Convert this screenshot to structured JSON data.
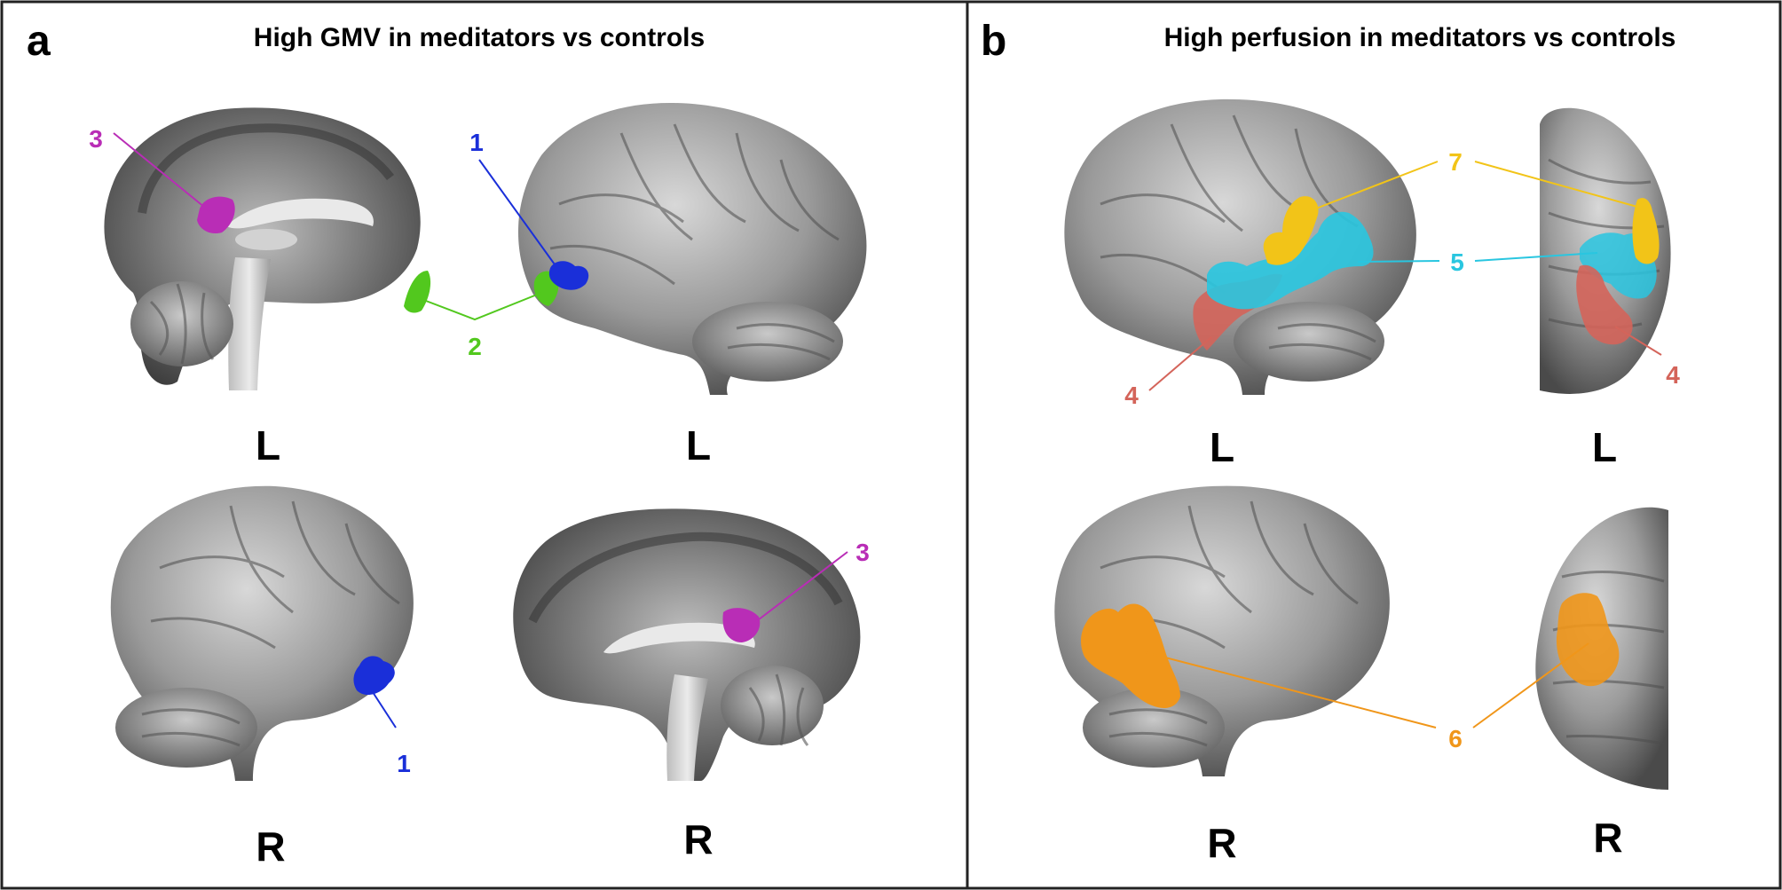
{
  "panel_a": {
    "letter": "a",
    "title": "High GMV in meditators vs controls",
    "views": [
      "L",
      "L",
      "R",
      "R"
    ]
  },
  "panel_b": {
    "letter": "b",
    "title": "High perfusion in meditators vs controls",
    "views": [
      "L",
      "L",
      "R",
      "R"
    ]
  },
  "region_labels": {
    "r1": "1",
    "r2": "2",
    "r3": "3",
    "r4": "4",
    "r5": "5",
    "r6": "6",
    "r7": "7"
  },
  "colors": {
    "r1": "#1a2fd9",
    "r2": "#52c81e",
    "r3": "#b92db6",
    "r4": "#d4645a",
    "r5": "#29c6e0",
    "r6": "#f0961a",
    "r7": "#f2c418",
    "brain": "#8c8c8c",
    "border": "#222222"
  }
}
